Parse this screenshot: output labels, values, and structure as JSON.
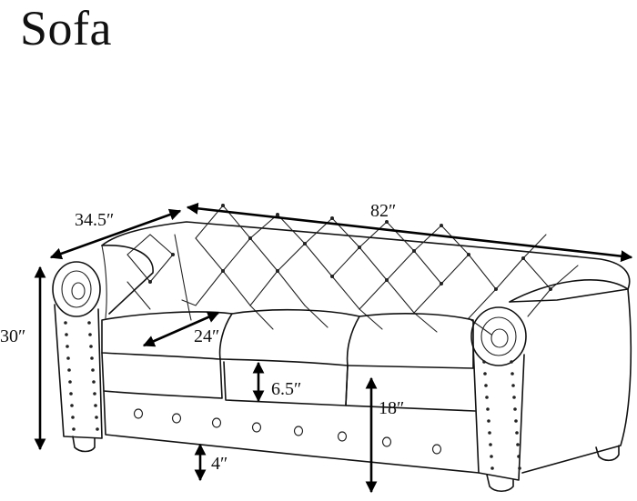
{
  "title": "Sofa",
  "dimensions": {
    "depth": "34.5″",
    "width": "82″",
    "height": "30″",
    "seat_depth": "24″",
    "cushion_thickness": "6.5″",
    "seat_height": "18″",
    "leg_height": "4″"
  },
  "icons": {
    "arrowhead": "filled-triangle"
  }
}
